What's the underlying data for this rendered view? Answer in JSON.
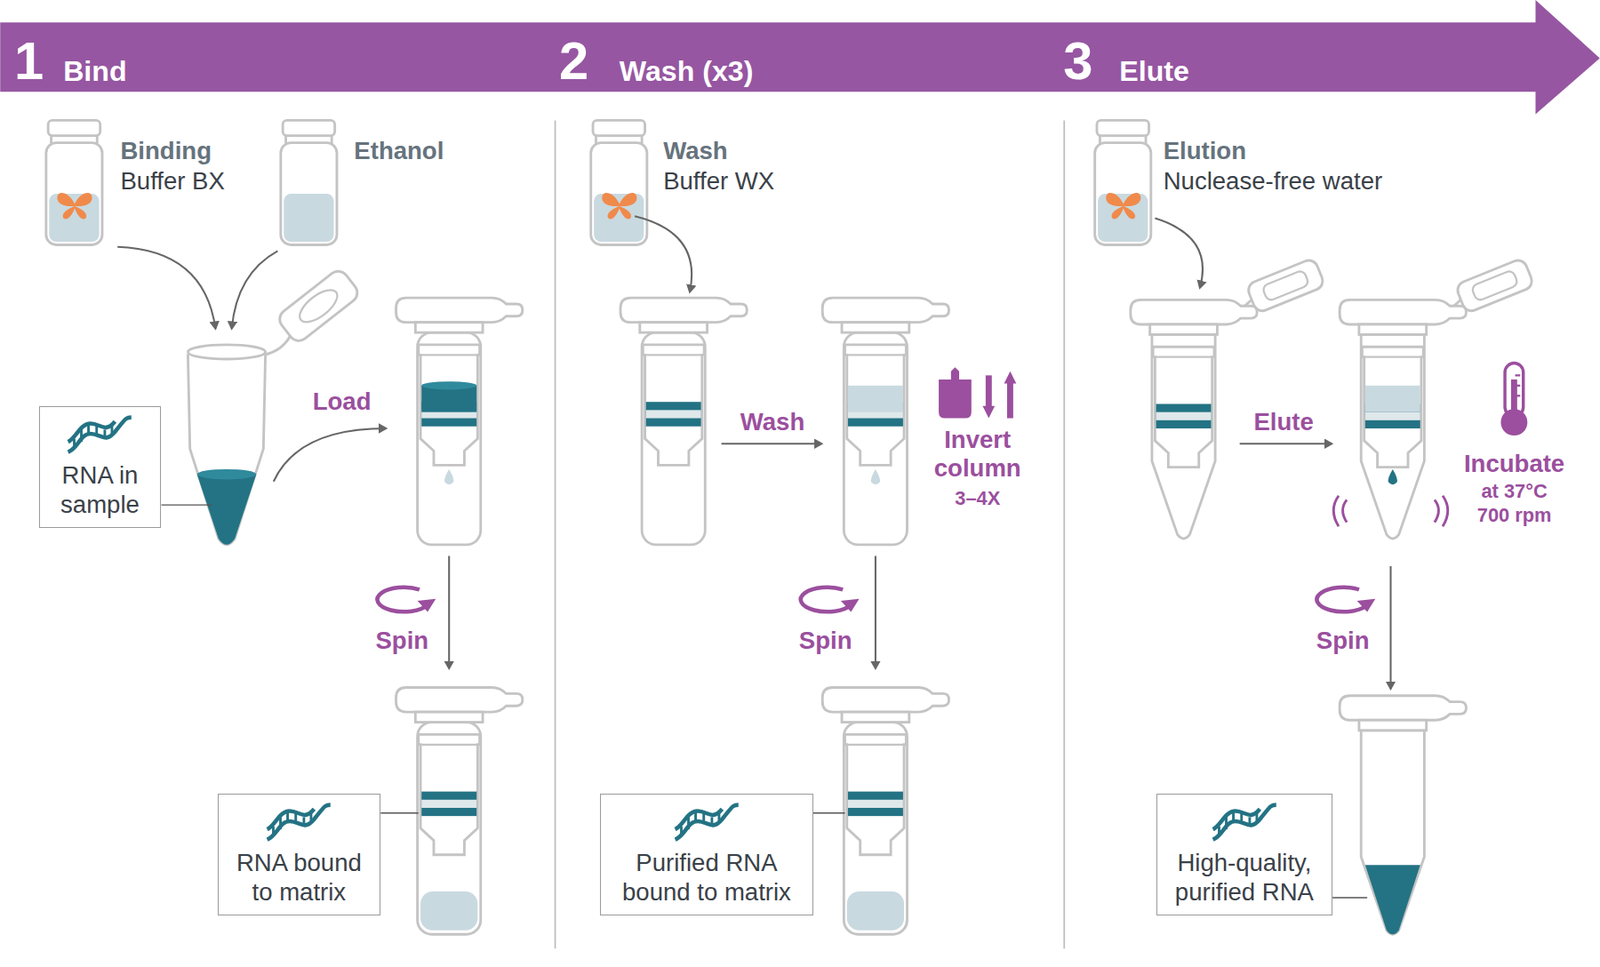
{
  "diagram": {
    "nodes": [
      {
        "text": [
          "RNA in sample"
        ]
      },
      {
        "text": [
          "RNA bound to matrix"
        ]
      },
      {
        "text": [
          "Purified RNA bound to matrix"
        ]
      },
      {
        "text": [
          "High-quality, purified RNA"
        ]
      }
    ],
    "labels": [
      "1",
      "Bind",
      "2",
      "Wash (x3)",
      "3",
      "Elute",
      "Binding",
      "Buffer BX",
      "Ethanol",
      "Load",
      "Spin",
      "Wash",
      "Buffer WX",
      "Wash",
      "Invert column",
      "3–4X",
      "Spin",
      "Elution",
      "Nuclease-free water",
      "Elute",
      "Incubate",
      "at 37°C",
      "700 rpm",
      "Spin"
    ]
  }
}
